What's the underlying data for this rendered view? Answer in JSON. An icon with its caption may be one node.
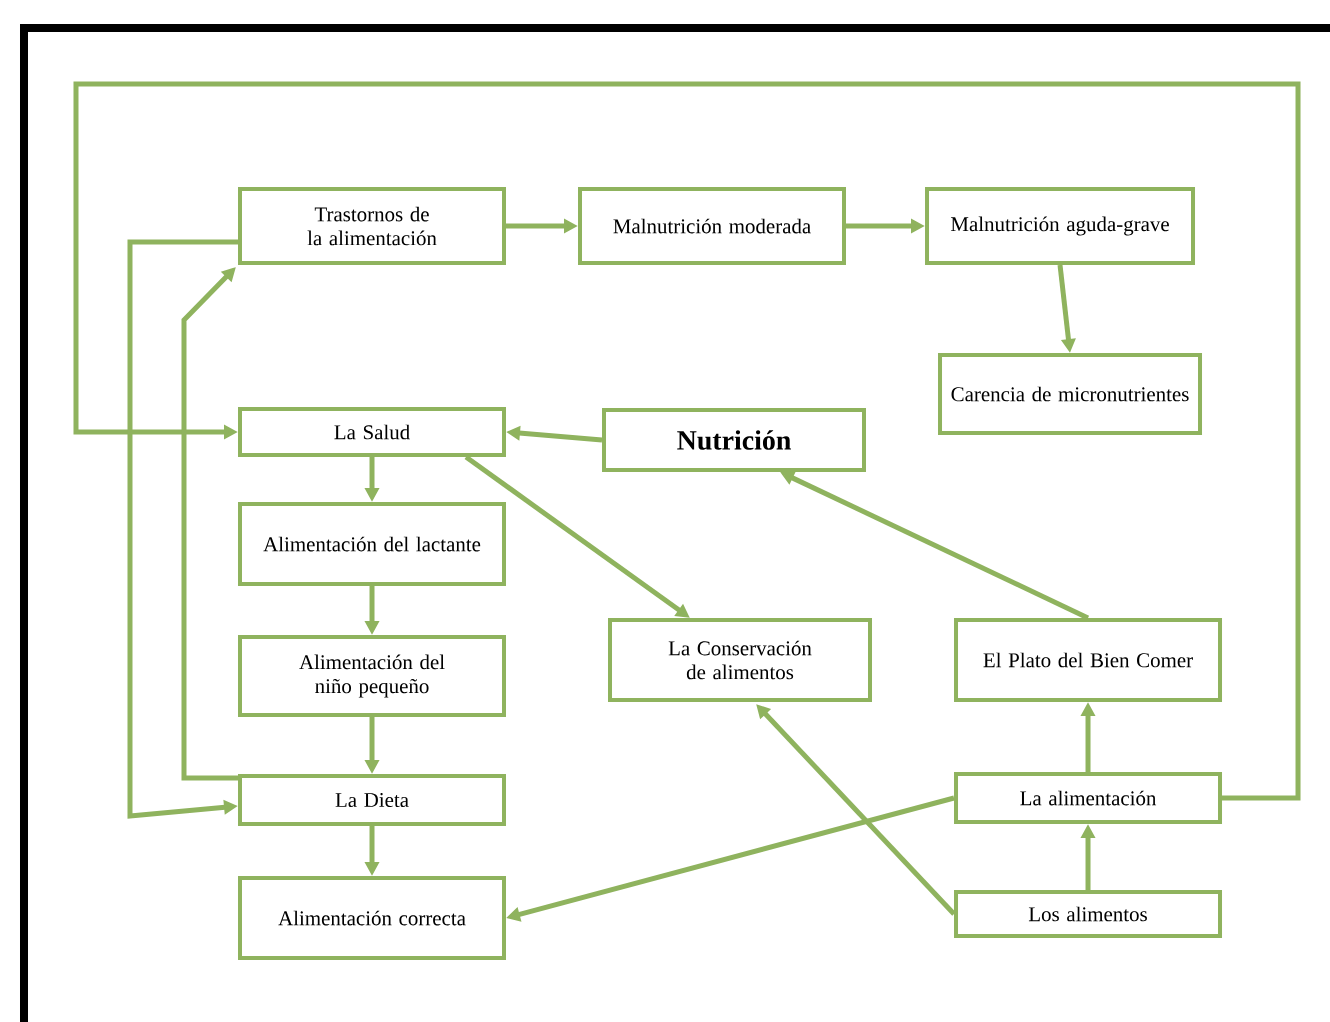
{
  "diagram": {
    "nodes": [
      {
        "text": [
          "Trastornos de la alimentación"
        ]
      },
      {
        "text": [
          "Malnutrición moderada"
        ]
      },
      {
        "text": [
          "Malnutrición aguda-grave"
        ]
      },
      {
        "text": [
          "Carencia de micronutrientes"
        ]
      },
      {
        "text": [
          "La Salud"
        ]
      },
      {
        "text": [
          "Nutrición"
        ]
      },
      {
        "text": [
          "Alimentación del lactante"
        ]
      },
      {
        "text": [
          "Alimentación del niño pequeño"
        ]
      },
      {
        "text": [
          "La Dieta"
        ]
      },
      {
        "text": [
          "Alimentación correcta"
        ]
      },
      {
        "text": [
          "La Conservación de alimentos"
        ]
      },
      {
        "text": [
          "El Plato del Bien Comer"
        ]
      },
      {
        "text": [
          "La alimentación"
        ]
      },
      {
        "text": [
          "Los alimentos"
        ]
      }
    ],
    "edges": [
      {
        "from": 0,
        "to": 1,
        "arrow": "to"
      },
      {
        "from": 1,
        "to": 2,
        "arrow": "to"
      },
      {
        "from": 2,
        "to": 3,
        "arrow": "to"
      },
      {
        "from": 5,
        "to": 4,
        "arrow": "to"
      },
      {
        "from": 4,
        "to": 6,
        "arrow": "to"
      },
      {
        "from": 6,
        "to": 7,
        "arrow": "to"
      },
      {
        "from": 7,
        "to": 8,
        "arrow": "to"
      },
      {
        "from": 8,
        "to": 9,
        "arrow": "to"
      },
      {
        "from": 4,
        "to": 10,
        "arrow": "to"
      },
      {
        "from": 11,
        "to": 5,
        "arrow": "to"
      },
      {
        "from": 12,
        "to": 11,
        "arrow": "to"
      },
      {
        "from": 13,
        "to": 12,
        "arrow": "to"
      },
      {
        "from": 13,
        "to": 10,
        "arrow": "to"
      },
      {
        "from": 12,
        "to": 9,
        "arrow": "to"
      },
      {
        "from": 12,
        "to": 4,
        "arrow": "to"
      },
      {
        "from": 0,
        "to": 8,
        "arrow": "to"
      },
      {
        "from": 8,
        "to": 0,
        "arrow": "to"
      }
    ]
  }
}
